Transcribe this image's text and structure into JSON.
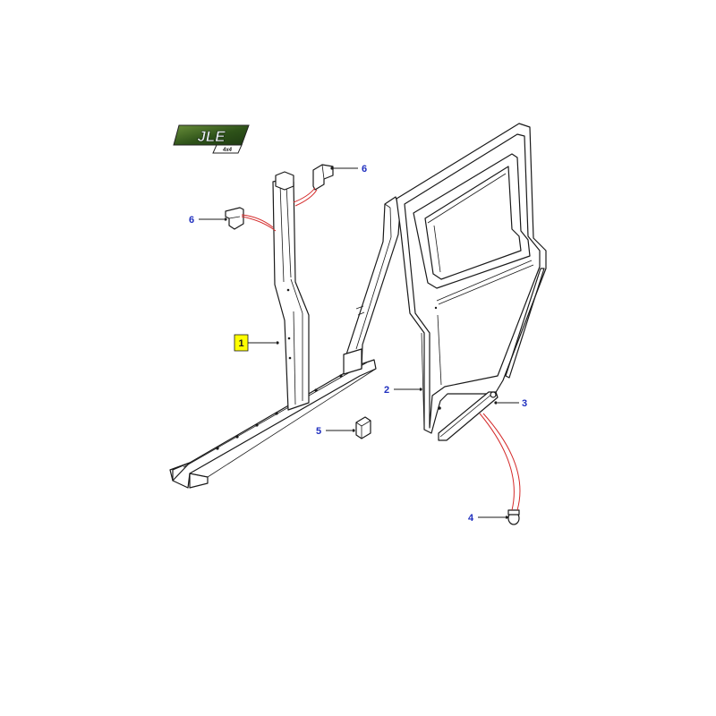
{
  "logo": {
    "brand": "JLE",
    "sub": "4x4",
    "colors": {
      "green_dark": "#1e3a12",
      "green_light": "#6a8f3a",
      "border": "#222222"
    }
  },
  "colors": {
    "callout_text": "#1f2fbf",
    "highlight_fill": "#ffff00",
    "leader_red": "#d42a2a",
    "line": "#1a1a1a"
  },
  "callouts": [
    {
      "label": "1",
      "highlighted": true
    },
    {
      "label": "2",
      "highlighted": false
    },
    {
      "label": "3",
      "highlighted": false
    },
    {
      "label": "4",
      "highlighted": false
    },
    {
      "label": "5",
      "highlighted": false
    },
    {
      "label": "6",
      "highlighted": false
    },
    {
      "label": "6",
      "highlighted": false
    }
  ]
}
